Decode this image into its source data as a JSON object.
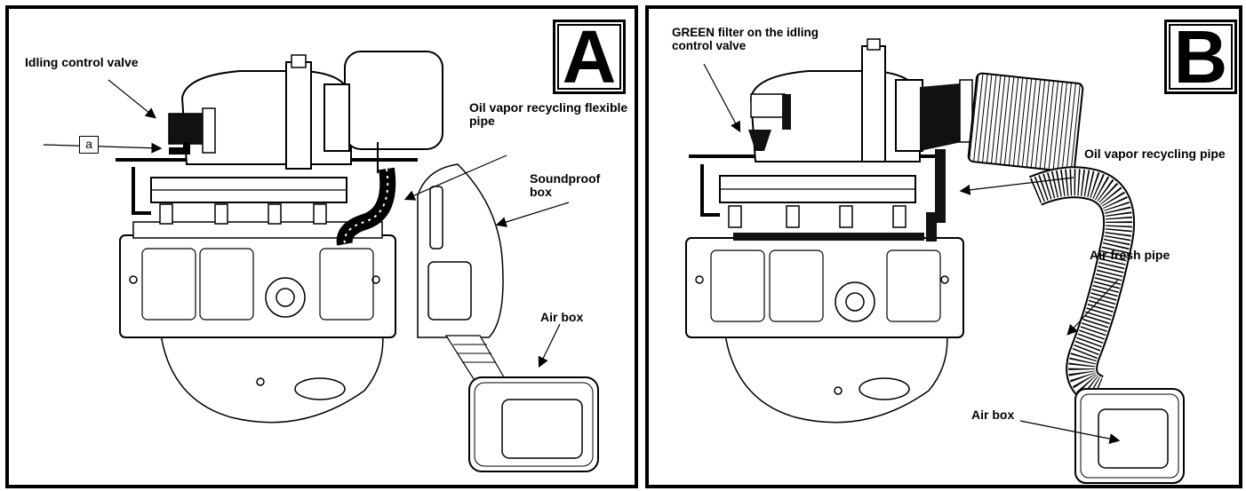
{
  "panel_a": {
    "badge": "A",
    "labels": {
      "idling_valve": "Idling control valve",
      "tag_a": "a",
      "oil_vapor": "Oil vapor recycling flexible pipe",
      "soundproof": "Soundproof box",
      "air_box": "Air box"
    }
  },
  "panel_b": {
    "badge": "B",
    "labels": {
      "green_filter": "GREEN filter on the idling control valve",
      "oil_vapor": "Oil vapor recycling pipe",
      "air_fresh": "Air fresh pipe",
      "air_box": "Air box"
    }
  }
}
